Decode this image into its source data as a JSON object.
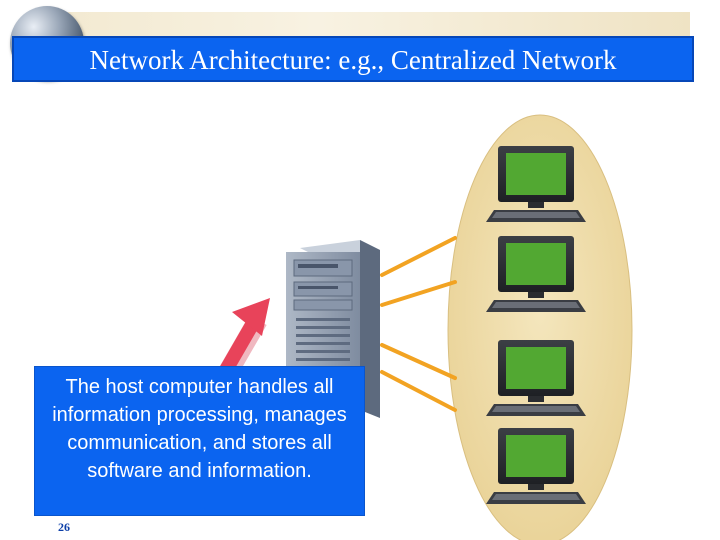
{
  "slide": {
    "title": "Network Architecture: e.g., Centralized Network",
    "caption": "The host computer handles all information processing, manages communication, and stores all software and information.",
    "page_number": "26"
  },
  "diagram": {
    "host": {
      "icon": "server-tower-icon"
    },
    "clients": [
      {
        "icon": "monitor-icon"
      },
      {
        "icon": "monitor-icon"
      },
      {
        "icon": "monitor-icon"
      },
      {
        "icon": "monitor-icon"
      }
    ],
    "pointer": {
      "icon": "arrow-up-right-icon"
    }
  },
  "colors": {
    "title_bg": "#0b64f0",
    "caption_bg": "#0b64f0",
    "cluster_fill": "#f0dda8",
    "link_color": "#f2a322",
    "screen_color": "#52a832",
    "pointer_color": "#e8435a"
  }
}
